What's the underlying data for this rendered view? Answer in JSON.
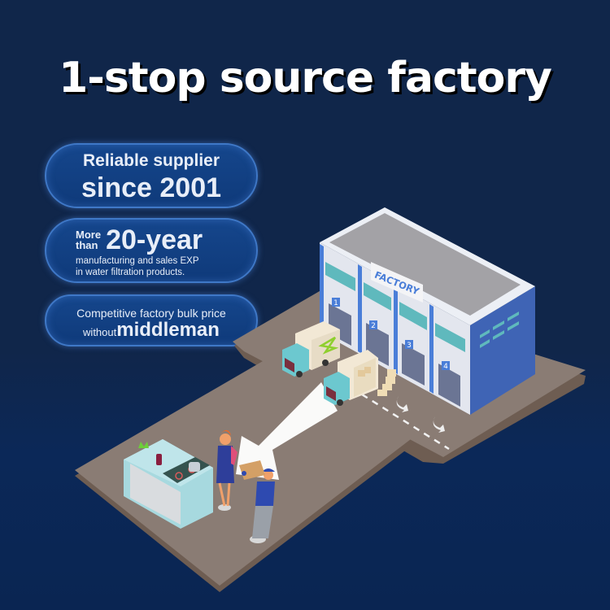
{
  "title": "1-stop source factory",
  "badges": [
    {
      "line1": "Reliable supplier",
      "line2": "since 2001"
    },
    {
      "prefix_top": "More",
      "prefix_bottom": "than",
      "highlight": "20-year",
      "desc_line1": "manufacturing and sales EXP",
      "desc_line2": "in water filtration products."
    },
    {
      "line1": "Competitive factory bulk price",
      "line2_prefix": "without",
      "line2_highlight": "middleman"
    }
  ],
  "illustration": {
    "building_sign": "FACTORY",
    "bay_numbers": [
      "1",
      "2",
      "3",
      "4"
    ],
    "colors": {
      "background": "#10264a",
      "ground": "#8a7c74",
      "building_front": "#e3e6ee",
      "building_side": "#3f64b5",
      "accent_blue": "#4a7ed8",
      "window_teal": "#5fb9bd",
      "truck_teal": "#6cc8cf",
      "cargo_cream": "#f2e8d5"
    }
  }
}
